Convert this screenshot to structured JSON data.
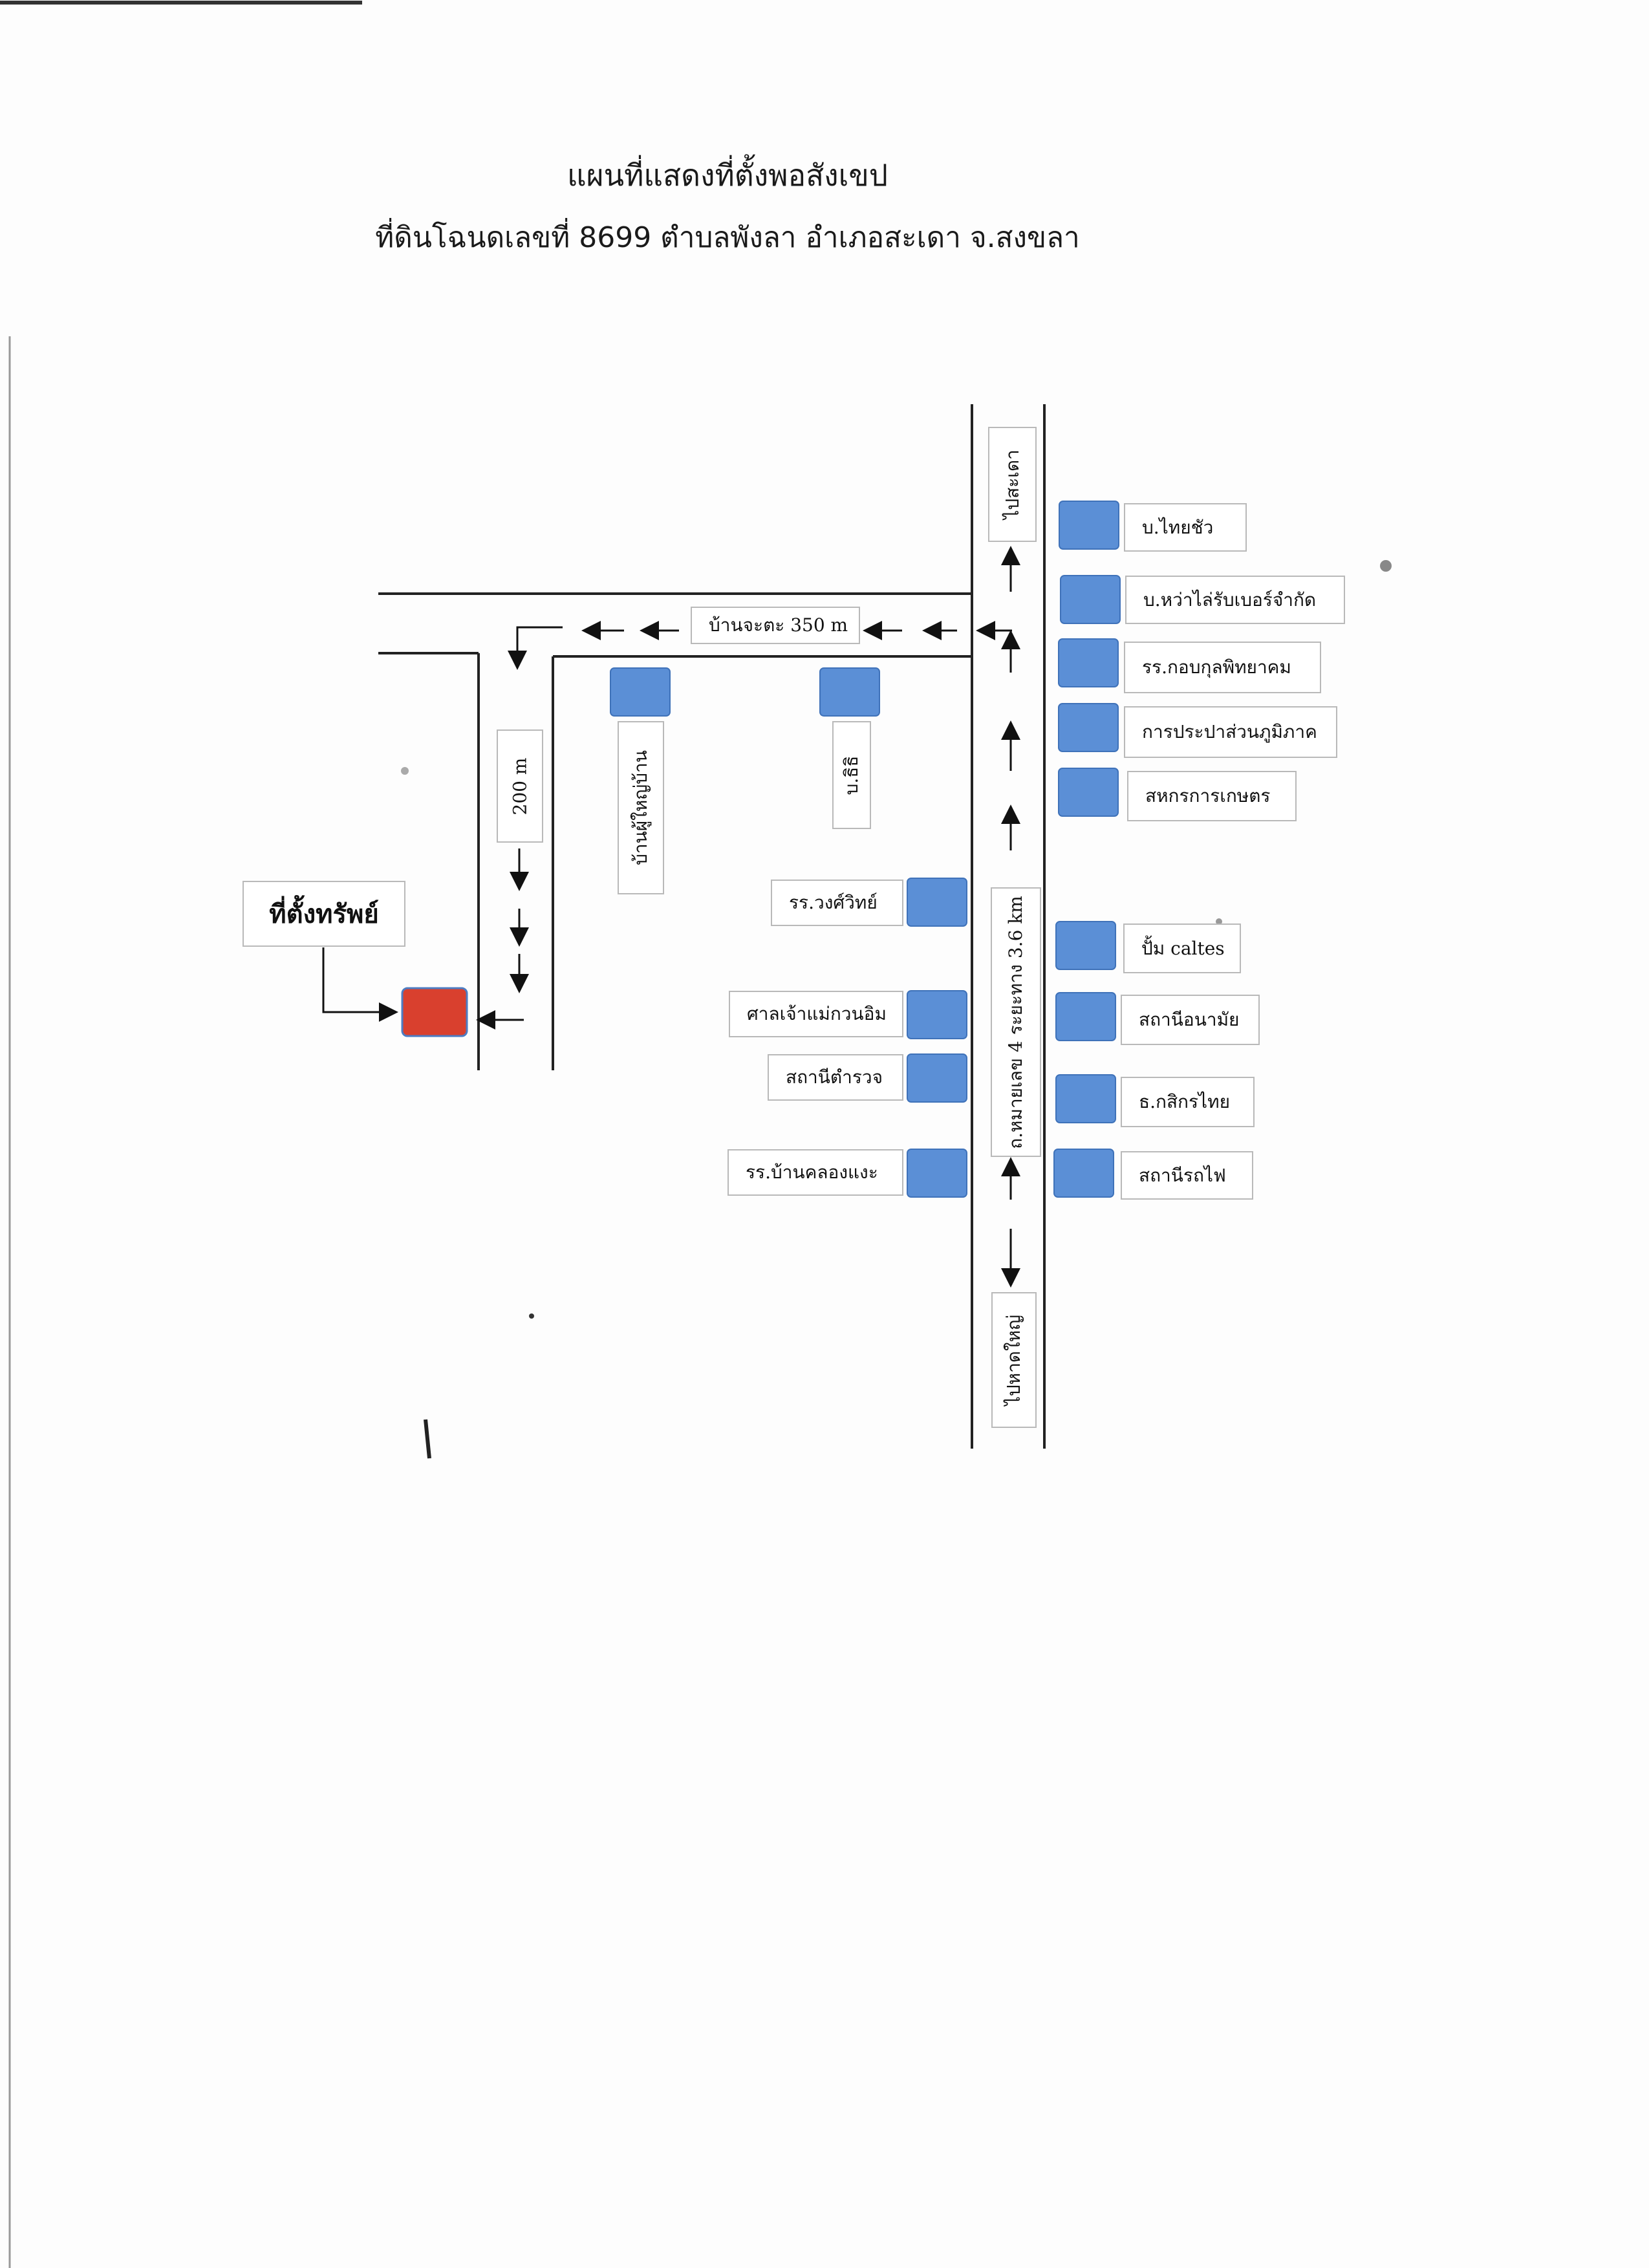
{
  "title": {
    "line1": "แผนที่แสดงที่ตั้งพอสังเขป",
    "line2": "ที่ดินโฉนดเลขที่ 8699  ตำบลพังลา  อำเภอสะเดา จ.สงขลา"
  },
  "subject": {
    "label": "ที่ตั้งทรัพย์",
    "color": "#d9402e"
  },
  "roads": {
    "to_sadao": "ไปสะเดา",
    "to_hatyai": "ไปหาดใหญ่",
    "main_road": "ถ.หมายเลข 4 ระยะทาง 3.6 km",
    "side_road": "บ้านจะตะ 350 m",
    "lane": "200  m"
  },
  "landmark_color": "#5b8fd6",
  "landmarks_side_road": [
    {
      "label": "บ้านผู้ใหญ่บ้าน"
    },
    {
      "label": "บ.ธิธิ"
    }
  ],
  "landmarks_left": [
    {
      "label": "รร.วงศ์วิทย์"
    },
    {
      "label": "ศาลเจ้าแม่กวนอิม"
    },
    {
      "label": "สถานีตำรวจ"
    },
    {
      "label": "รร.บ้านคลองแงะ"
    }
  ],
  "landmarks_right": [
    {
      "label": "บ.ไทยชัว"
    },
    {
      "label": "บ.หว่าไล่รับเบอร์จำกัด"
    },
    {
      "label": "รร.กอบกุลพิทยาคม"
    },
    {
      "label": "การประปาส่วนภูมิภาค"
    },
    {
      "label": "สหกรการเกษตร"
    },
    {
      "label": "ปั้ม caltes"
    },
    {
      "label": "สถานีอนามัย"
    },
    {
      "label": "ธ.กสิกรไทย"
    },
    {
      "label": "สถานีรถไฟ"
    }
  ]
}
